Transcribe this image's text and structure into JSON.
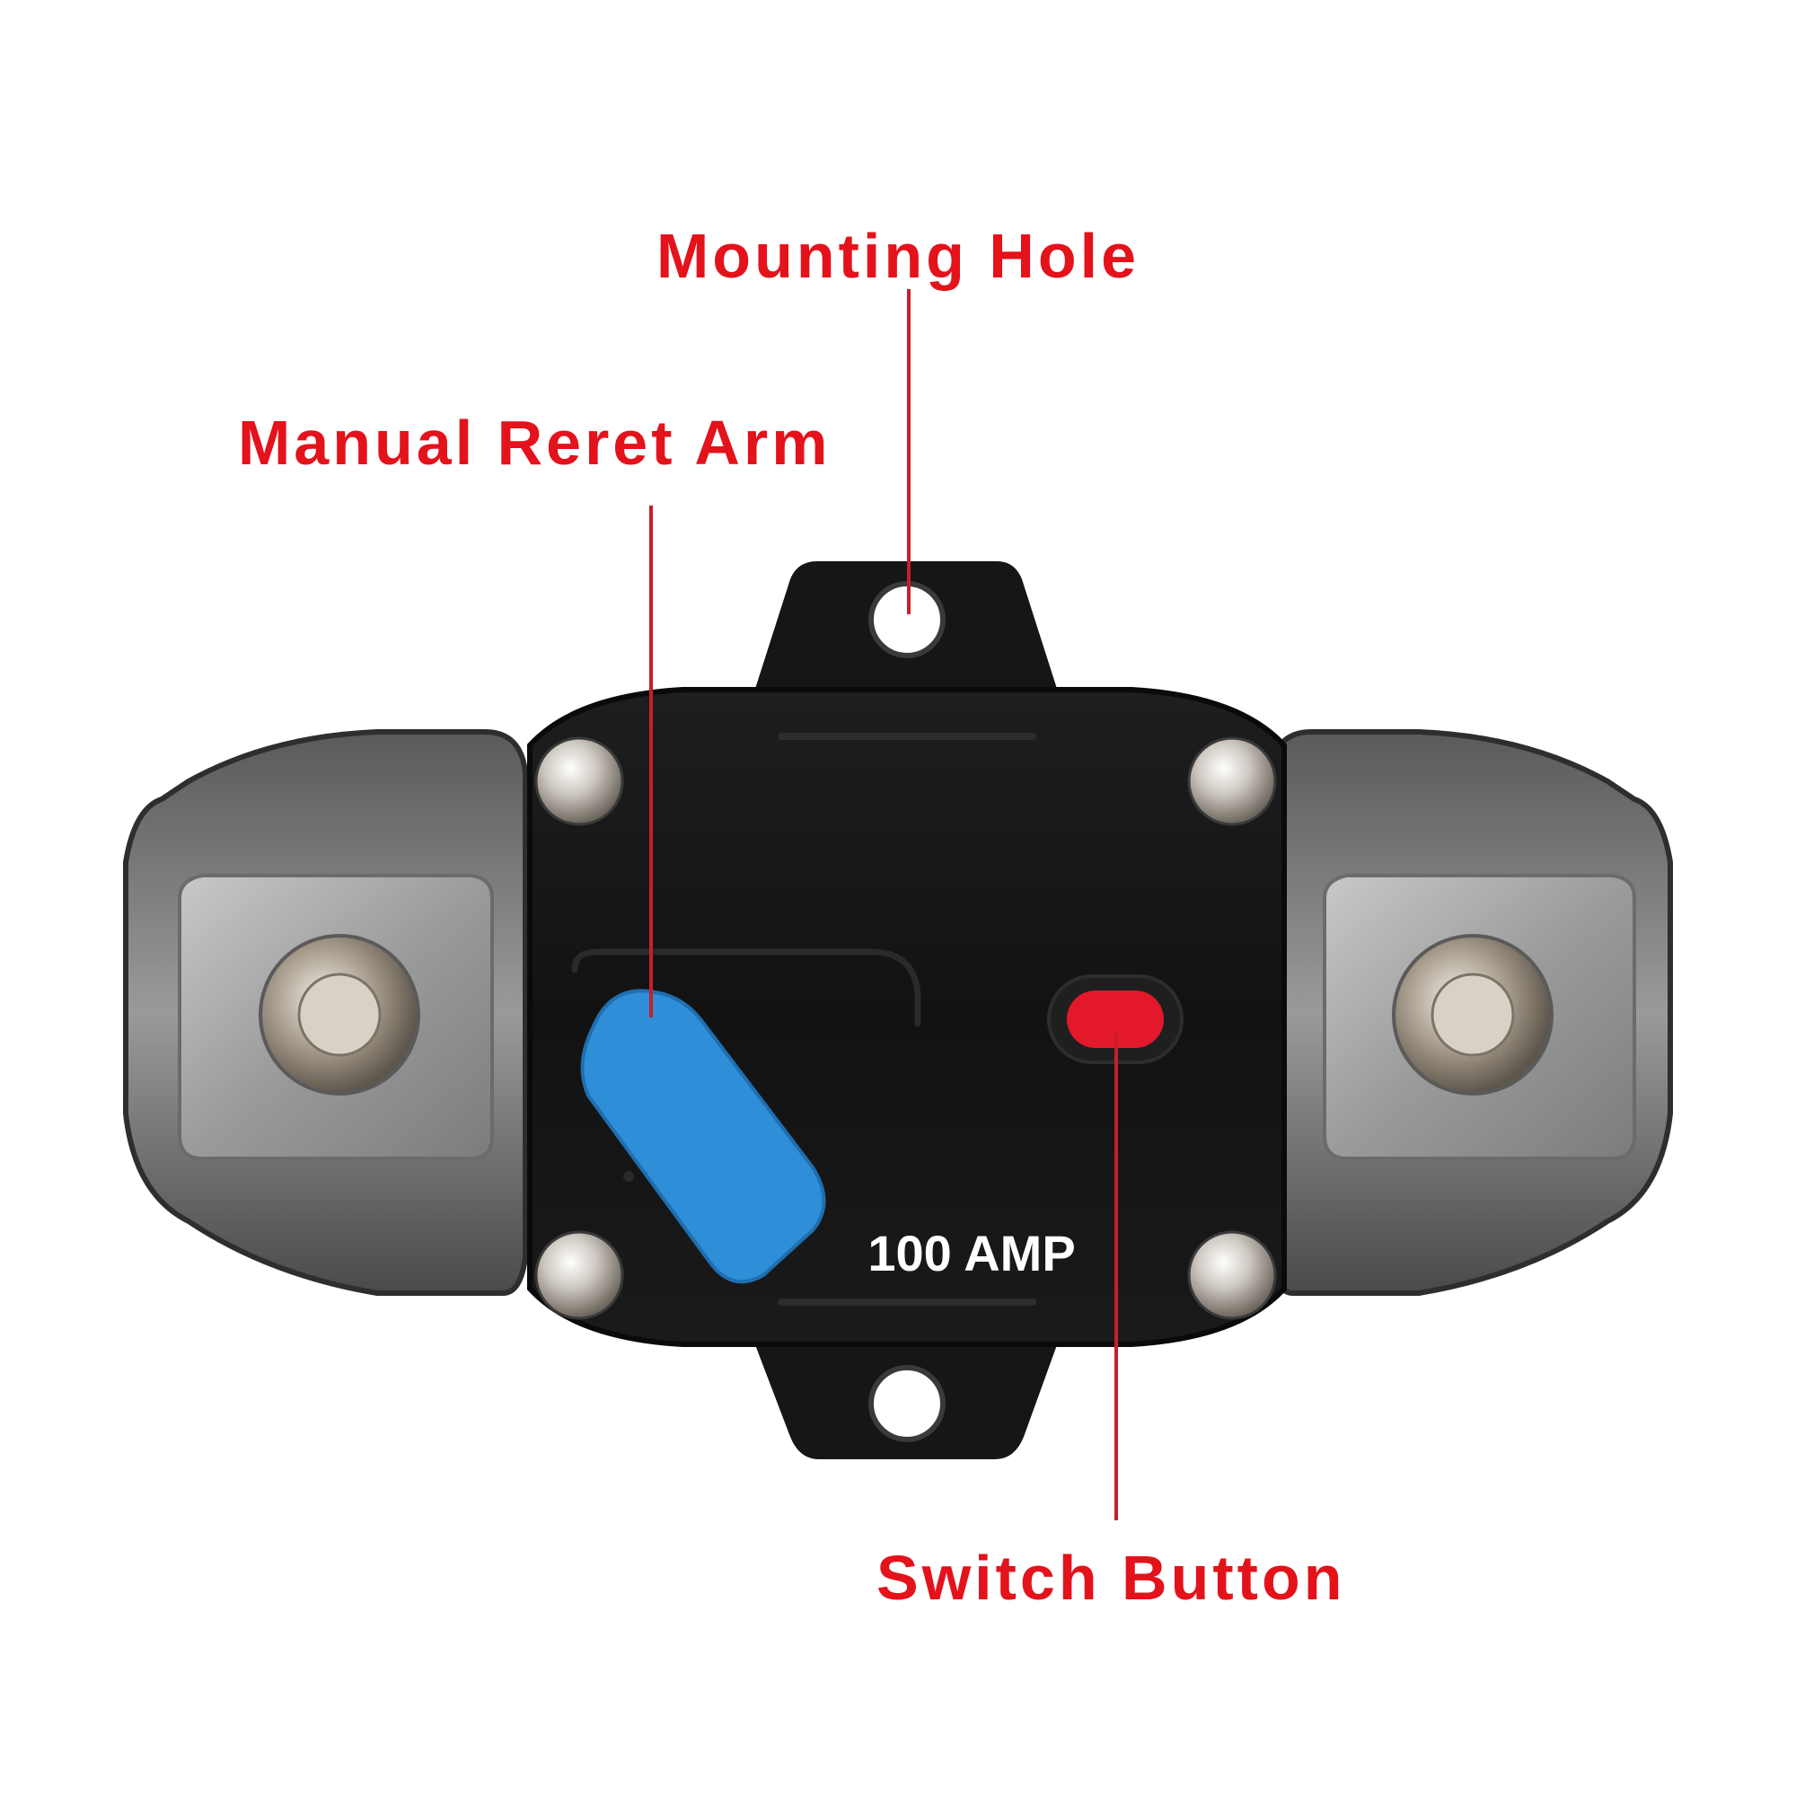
{
  "colors": {
    "label": "#e3121b",
    "leader": "#c81e28",
    "body": "#141414",
    "reset_arm": "#2f8ed8",
    "switch_button": "#e3192b",
    "cover": "#8d8d8d",
    "rivet": "#c9c6c1"
  },
  "labels": {
    "mounting_hole": "Mounting Hole",
    "manual_reset_arm": "Manual Reret Arm",
    "switch_button": "Switch Button"
  },
  "device": {
    "rating": "100 AMP"
  }
}
